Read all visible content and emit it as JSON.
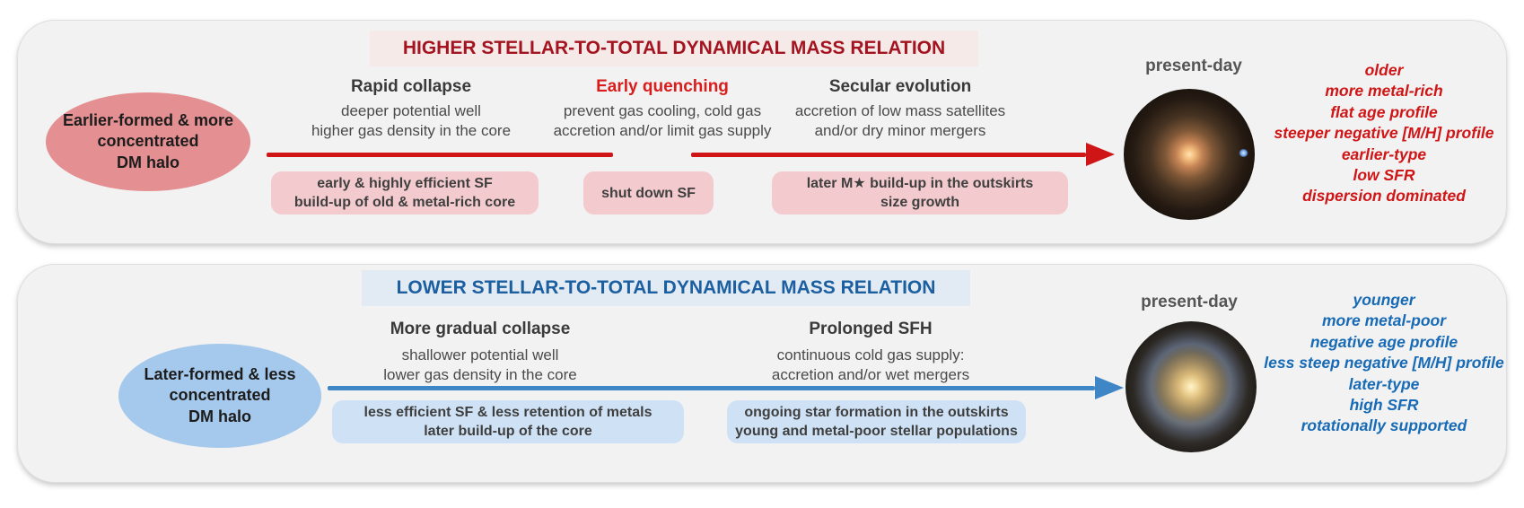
{
  "panels": {
    "higher": {
      "title": "HIGHER STELLAR-TO-TOTAL DYNAMICAL MASS RELATION",
      "halo": {
        "line1": "Earlier-formed & more",
        "line2": "concentrated",
        "line3": "DM halo"
      },
      "stages": [
        {
          "heading": "Rapid collapse",
          "desc1": "deeper potential well",
          "desc2": "higher gas density in the core",
          "box1": "early & highly efficient SF",
          "box2": "build-up of old & metal-rich core"
        },
        {
          "heading": "Early quenching",
          "desc1": "prevent gas cooling, cold gas",
          "desc2": "accretion and/or limit gas supply",
          "box1": "shut down SF"
        },
        {
          "heading": "Secular evolution",
          "desc1": "accretion of low mass satellites",
          "desc2": "and/or dry minor mergers",
          "box1": "later M★ build-up in the outskirts",
          "box2": "size growth"
        }
      ],
      "present_day": "present-day",
      "outcomes": [
        "older",
        "more metal-rich",
        "flat age profile",
        "steeper negative [M/H] profile",
        "earlier-type",
        "low SFR",
        "dispersion dominated"
      ]
    },
    "lower": {
      "title": "LOWER STELLAR-TO-TOTAL DYNAMICAL MASS RELATION",
      "halo": {
        "line1": "Later-formed & less",
        "line2": "concentrated",
        "line3": "DM halo"
      },
      "stages": [
        {
          "heading": "More gradual collapse",
          "desc1": "shallower potential well",
          "desc2": "lower gas density in the core",
          "box1": "less efficient SF & less retention of metals",
          "box2": "later build-up of the core"
        },
        {
          "heading": "Prolonged SFH",
          "desc1": "continuous cold gas supply:",
          "desc2": "accretion and/or wet mergers",
          "box1": "ongoing star formation in the outskirts",
          "box2": "young and metal-poor stellar populations"
        }
      ],
      "present_day": "present-day",
      "outcomes": [
        "younger",
        "more metal-poor",
        "negative age profile",
        "less steep negative [M/H] profile",
        "later-type",
        "high SFR",
        "rotationally supported"
      ]
    }
  },
  "colors": {
    "red_accent": "#cf1516",
    "red_title": "#a31420",
    "red_heading": "#d91d1d",
    "blue_accent": "#3f86c6",
    "blue_title": "#1c5fa0",
    "blue_outcomes": "#176ab5",
    "halo_pink": "#e48f91",
    "halo_blue": "#a4c9ec",
    "box_pink": "#f3cbce",
    "box_blue": "#cfe2f5",
    "panel_bg": "#f2f2f2"
  }
}
